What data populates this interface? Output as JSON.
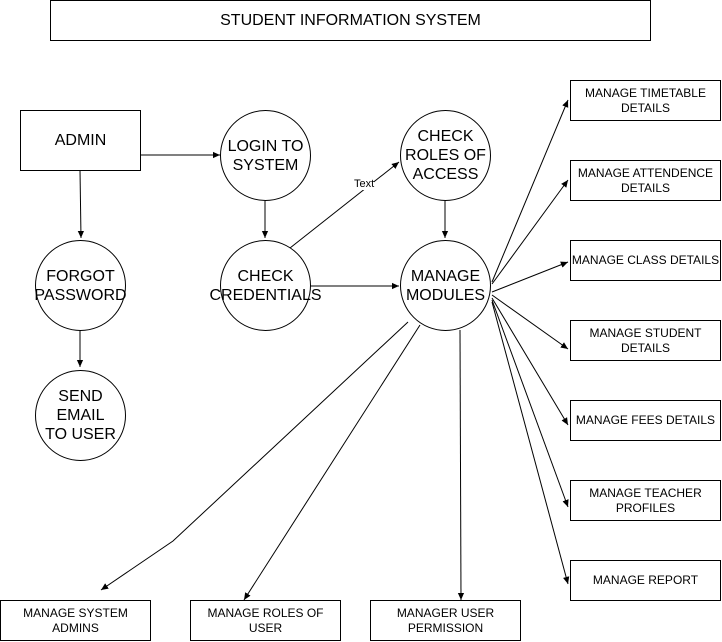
{
  "title": "STUDENT INFORMATION SYSTEM",
  "nodes": {
    "admin": "ADMIN",
    "login": "LOGIN TO SYSTEM",
    "check_roles": "CHECK ROLES OF ACCESS",
    "forgot_password": "FORGOT PASSWORD",
    "check_credentials": "CHECK CREDENTIALS",
    "manage_modules": "MANAGE MODULES",
    "send_email": "SEND EMAIL TO USER"
  },
  "edge_label": "Text",
  "right_modules": [
    "MANAGE TIMETABLE DETAILS",
    "MANAGE ATTENDENCE DETAILS",
    "MANAGE CLASS DETAILS",
    "MANAGE STUDENT DETAILS",
    "MANAGE FEES DETAILS",
    "MANAGE TEACHER PROFILES",
    "MANAGE REPORT"
  ],
  "bottom_modules": [
    "MANAGE SYSTEM ADMINS",
    "MANAGE ROLES OF USER",
    "MANAGER USER PERMISSION"
  ]
}
